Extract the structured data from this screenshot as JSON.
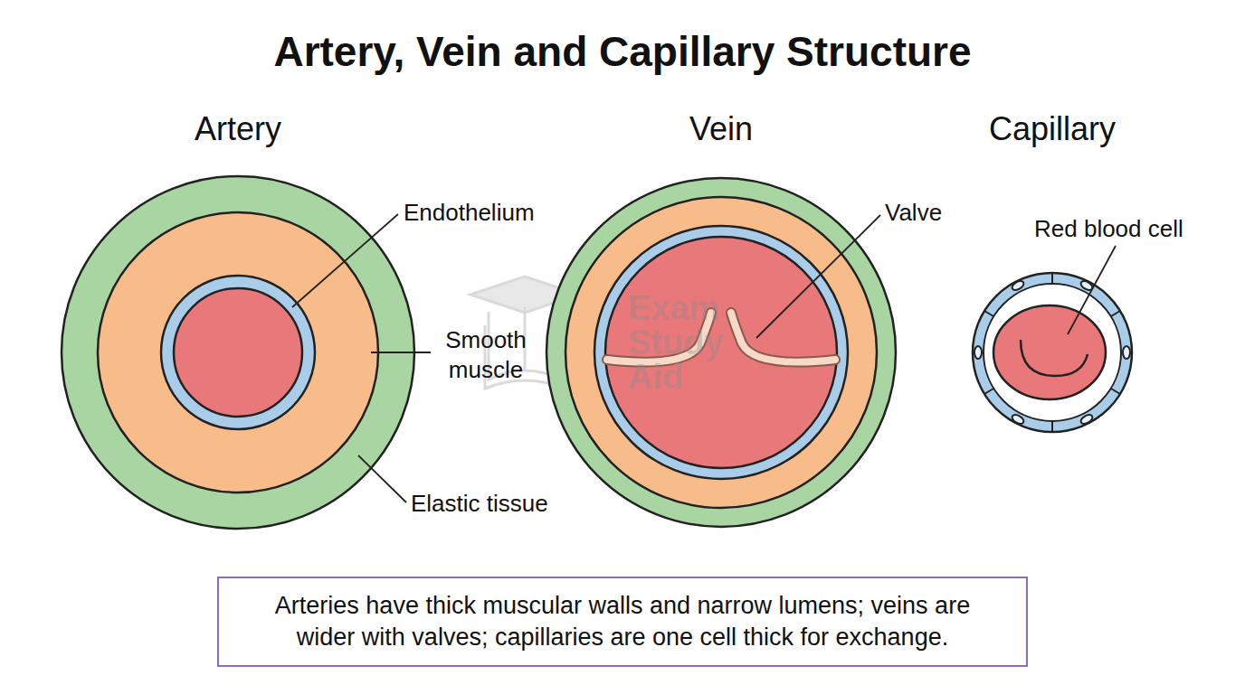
{
  "diagram": {
    "title": "Artery, Vein and Capillary Structure",
    "caption": "Arteries have thick muscular walls and narrow lumens; veins are wider with valves; capillaries are one cell thick for exchange.",
    "labels": [
      "Artery",
      "Vein",
      "Capillary",
      "Endothelium",
      "Smooth muscle",
      "Elastic tissue",
      "Valve",
      "Red blood cell",
      "Exam Study Aid"
    ]
  }
}
